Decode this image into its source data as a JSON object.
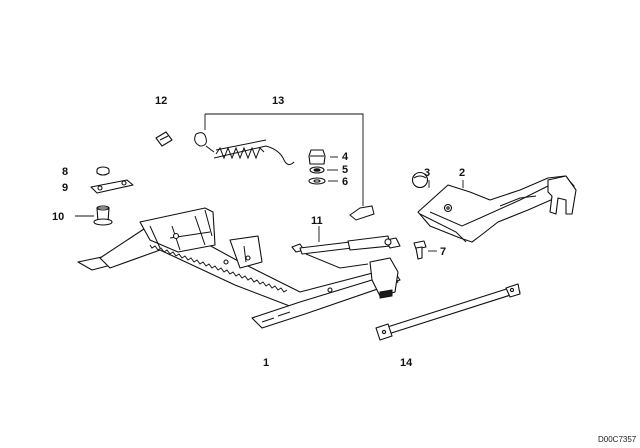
{
  "callouts": [
    {
      "id": "c1",
      "text": "1"
    },
    {
      "id": "c2",
      "text": "2"
    },
    {
      "id": "c3",
      "text": "3"
    },
    {
      "id": "c4",
      "text": "4"
    },
    {
      "id": "c5",
      "text": "5"
    },
    {
      "id": "c6",
      "text": "6"
    },
    {
      "id": "c7",
      "text": "7"
    },
    {
      "id": "c8",
      "text": "8"
    },
    {
      "id": "c9",
      "text": "9"
    },
    {
      "id": "c10",
      "text": "10"
    },
    {
      "id": "c11",
      "text": "11"
    },
    {
      "id": "c12",
      "text": "12"
    },
    {
      "id": "c13",
      "text": "13"
    },
    {
      "id": "c14",
      "text": "14"
    }
  ],
  "diagram_ref": "D00C7357",
  "colors": {
    "ink": "#111111",
    "paper": "#ffffff"
  }
}
